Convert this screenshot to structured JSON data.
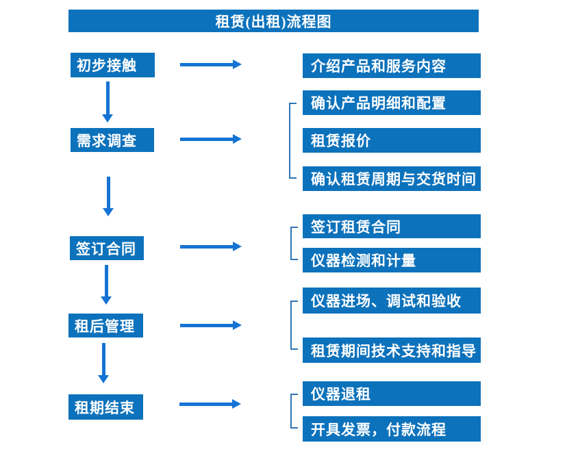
{
  "title": "租赁(出租)流程图",
  "colors": {
    "box_blue": "#0d72bc",
    "arrow_blue": "#1573d3",
    "bracket_blue": "#2e75b6",
    "text_white": "#ffffff"
  },
  "stages": [
    {
      "label": "初步接触"
    },
    {
      "label": "需求调查"
    },
    {
      "label": "签订合同"
    },
    {
      "label": "租后管理"
    },
    {
      "label": "租期结束"
    }
  ],
  "details": [
    {
      "label": "介绍产品和服务内容"
    },
    {
      "label": "确认产品明细和配置"
    },
    {
      "label": "租赁报价"
    },
    {
      "label": "确认租赁周期与交货时间"
    },
    {
      "label": "签订租赁合同"
    },
    {
      "label": "仪器检测和计量"
    },
    {
      "label": "仪器进场、调试和验收"
    },
    {
      "label": "租赁期间技术支持和指导"
    },
    {
      "label": "仪器退租"
    },
    {
      "label": "开具发票，付款流程"
    }
  ]
}
